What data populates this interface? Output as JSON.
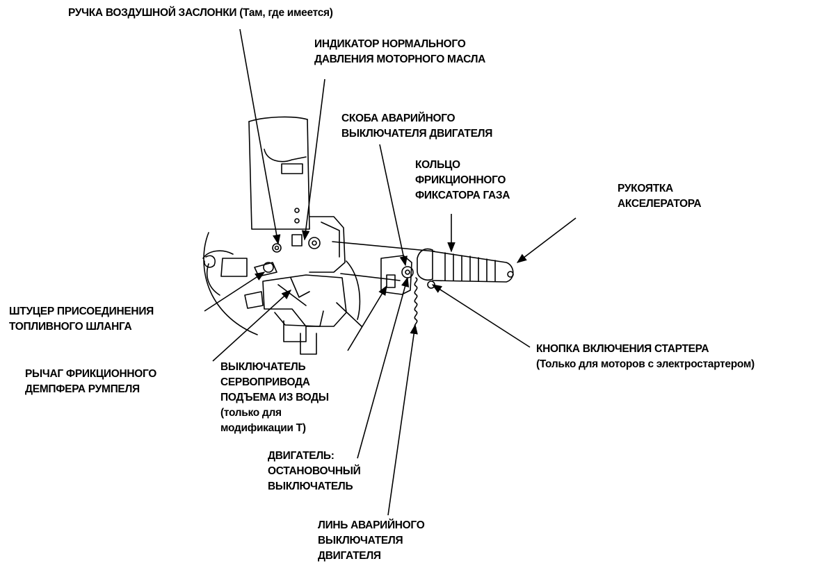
{
  "labels": {
    "choke": [
      "РУЧКА ВОЗДУШНОЙ ЗАСЛОНКИ (Там, где имеется)"
    ],
    "oil": [
      "ИНДИКАТОР НОРМАЛЬНОГО",
      "ДАВЛЕНИЯ МОТОРНОГО МАСЛА"
    ],
    "clip": [
      "СКОБА АВАРИЙНОГО",
      "ВЫКЛЮЧАТЕЛЯ ДВИГАТЕЛЯ"
    ],
    "friction_ring": [
      "КОЛЬЦО",
      "ФРИКЦИОННОГО",
      "ФИКСАТОРА ГАЗА"
    ],
    "throttle": [
      "РУКОЯТКА",
      "АКСЕЛЕРАТОРА"
    ],
    "fuel": [
      "ШТУЦЕР ПРИСОЕДИНЕНИЯ",
      "ТОПЛИВНОГО ШЛАНГА"
    ],
    "tiller": [
      "РЫЧАГ ФРИКЦИОННОГО",
      "ДЕМПФЕРА РУМПЕЛЯ"
    ],
    "trim": [
      "ВЫКЛЮЧАТЕЛЬ",
      "СЕРВОПРИВОДА",
      "ПОДЪЕМА ИЗ ВОДЫ",
      "(только для",
      "модификации T)"
    ],
    "starter": [
      "КНОПКА ВКЛЮЧЕНИЯ СТАРТЕРА",
      "(Только для моторов с электростартером)"
    ],
    "stop": [
      "ДВИГАТЕЛЬ:",
      "ОСТАНОВОЧНЫЙ",
      "ВЫКЛЮЧАТЕЛЬ"
    ],
    "lanyard": [
      "ЛИНЬ АВАРИЙНОГО",
      "ВЫКЛЮЧАТЕЛЯ",
      "ДВИГАТЕЛЯ"
    ]
  }
}
